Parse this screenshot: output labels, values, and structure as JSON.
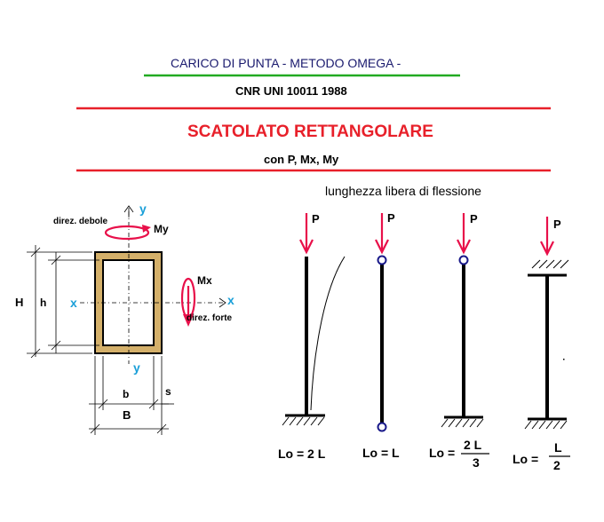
{
  "header": {
    "title": "CARICO DI PUNTA   - METODO  OMEGA -",
    "norm": "CNR UNI 10011 1988",
    "section": "SCATOLATO  RETTANGOLARE",
    "subtitle": "con P, Mx, My"
  },
  "colors": {
    "green_rule": "#22aa22",
    "red_rule": "#e8202a",
    "section_fill": "#d4b06a",
    "axis_blue": "#1a9fd8",
    "load_red": "#e8104a",
    "hinge_blue": "#1a1a8a"
  },
  "section_labels": {
    "H": "H",
    "h": "h",
    "b": "b",
    "B": "B",
    "s": "s",
    "x_left": "x",
    "x_right": "x",
    "y_top": "y",
    "y_bottom": "y",
    "weak_dir": "direz. debole",
    "strong_dir": "direz. forte",
    "My": "My",
    "Mx": "Mx"
  },
  "buckling": {
    "heading": "lunghezza  libera  di  flessione",
    "load_label": "P",
    "cases": [
      {
        "constraint": "incastro-libero",
        "lo": "Lo = 2 L"
      },
      {
        "constraint": "cerniera-cerniera",
        "lo": "Lo = L"
      },
      {
        "constraint": "cerniera-incastro",
        "lo": "Lo =",
        "num": "2  L",
        "den": "3"
      },
      {
        "constraint": "incastro-incastro",
        "lo": "Lo =",
        "num": "L",
        "den": "2"
      }
    ]
  }
}
